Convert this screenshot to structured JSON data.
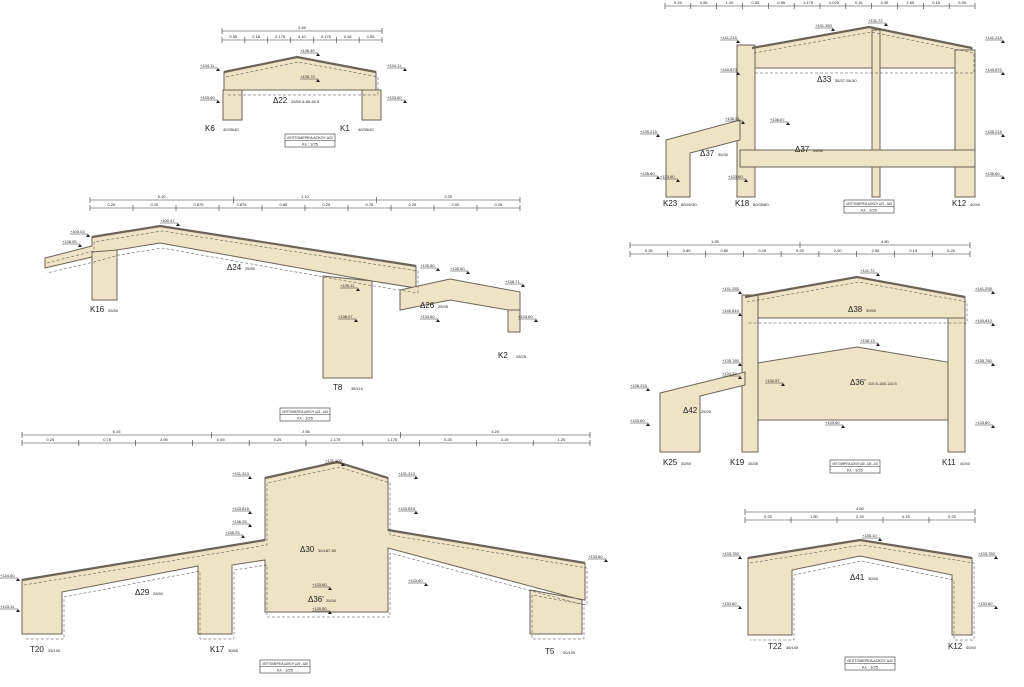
{
  "sheet": {
    "drawings": [
      {
        "id": "d1",
        "title": "ΛΕΠΤΟΜΕΡΕΙΑ ΔΟΚΟΥ Δ22",
        "scale": "Κλ : 1/25",
        "dims_total": [
          "3.45"
        ],
        "dims_parts": [
          "0.55",
          "0.18",
          "0.175",
          "3.10",
          "0.175",
          "0.18",
          "0.55"
        ],
        "columns": [
          {
            "name": "K6",
            "size": "40/35/40"
          },
          {
            "name": "K1",
            "size": "40/35/40"
          }
        ],
        "beams": [
          {
            "name": "Δ22",
            "size": "25/50.5-85-50.5"
          }
        ],
        "levels": [
          "+136.49",
          "+134.11",
          "+134.11",
          "+133.60",
          "+133.60",
          "+135.79"
        ]
      },
      {
        "id": "d2",
        "title": "ΛΕΠΤΟΜΕΡΕΙΑ ΔΟΚΟΥ Δ37 - Δ33",
        "scale": "Κλ : 1/25",
        "dims_parts": [
          "0.25",
          "0.55",
          "1.10",
          "0.35",
          "0.55",
          "1.175",
          "1.025",
          "0.15",
          "0.35",
          "1.65",
          "0.15",
          "0.35"
        ],
        "columns": [
          {
            "name": "K23",
            "size": "80/40/30"
          },
          {
            "name": "K18",
            "size": "80/35/80"
          },
          {
            "name": "K12",
            "size": "40/40"
          }
        ],
        "beams": [
          {
            "name": "Δ33",
            "size": "35/37-58-50"
          },
          {
            "name": "Δ37",
            "size": "35/30"
          },
          {
            "name": "Δ37",
            "size": "35/30"
          }
        ],
        "levels": [
          "+131.72",
          "+131.350",
          "+141.215",
          "+141.215",
          "+140.870",
          "+140.870",
          "+136.51",
          "+136.67",
          "+135.215",
          "+135.215",
          "+135.60",
          "+135.60",
          "+133.60",
          "+133.60"
        ]
      },
      {
        "id": "d3",
        "title": "ΛΕΠΤΟΜΕΡΕΙΑ ΔΟΚΟΥ Δ24 - Δ26",
        "scale": "Κλ : 1/25",
        "dims_total": [
          "5.10",
          "1.10",
          "3.20"
        ],
        "dims_parts": [
          "0.20",
          "0.20",
          "0.875",
          "3.875",
          "0.85",
          "0.25",
          "0.75",
          "0.25",
          "2.00",
          "0.25"
        ],
        "columns": [
          {
            "name": "K16",
            "size": "25/50"
          },
          {
            "name": "T8",
            "size": "35/110"
          },
          {
            "name": "K2",
            "size": "25/25"
          }
        ],
        "beams": [
          {
            "name": "Δ24",
            "size": "25/50"
          },
          {
            "name": "Δ26",
            "size": "25/35"
          }
        ],
        "levels": [
          "+100.47",
          "+100.03",
          "+138.95",
          "+139.11",
          "+135.50",
          "+135.60",
          "+138.07",
          "+134.60",
          "+138.71",
          "+134.60"
        ]
      },
      {
        "id": "d4",
        "title": "ΛΕΠΤΟΜΕΡΕΙΑ ΔΟΚΟΥ Δ38 - Δ36 - Δ42",
        "scale": "Κλ : 1/25",
        "dims_total": [
          "1.95",
          "4.80"
        ],
        "dims_parts": [
          "0.25",
          "0.80",
          "0.80",
          "0.25",
          "0.25",
          "2.00",
          "2.55",
          "0.15",
          "0.25"
        ],
        "columns": [
          {
            "name": "K25",
            "size": "30/50"
          },
          {
            "name": "K19",
            "size": "35/35"
          },
          {
            "name": "K11",
            "size": "40/40"
          }
        ],
        "beams": [
          {
            "name": "Δ38",
            "size": "30/50"
          },
          {
            "name": "Δ36'",
            "size": "110.5-158-110.5"
          },
          {
            "name": "Δ42",
            "size": "25/20"
          }
        ],
        "levels": [
          "+141.72",
          "+141.255",
          "+141.255",
          "+140.810",
          "+140.810",
          "+138.13",
          "+135.780",
          "+135.780",
          "+134.53",
          "+134.57",
          "+136.315",
          "+133.60",
          "+133.60",
          "+133.60"
        ]
      },
      {
        "id": "d5",
        "title": "ΛΕΠΤΟΜΕΡΕΙΑ ΔΟΚΟΥ Δ29 - Δ30",
        "scale": "Κλ : 1/25",
        "dims_total": [
          "6.15",
          "2.55",
          "4.20"
        ],
        "dims_parts": [
          "0.25",
          "0.75",
          "3.95",
          "0.45",
          "0.25",
          "1.175",
          "1.175",
          "0.25",
          "3.15",
          "1.20"
        ],
        "columns": [
          {
            "name": "T20",
            "size": "25/100"
          },
          {
            "name": "K17",
            "size": "30/65"
          },
          {
            "name": "T5",
            "size": "30/100"
          }
        ],
        "beams": [
          {
            "name": "Δ29",
            "size": "25/50"
          },
          {
            "name": "Δ30",
            "size": "30/187-50"
          },
          {
            "name": "Δ36'",
            "size": "25/34"
          }
        ],
        "levels": [
          "+131.203",
          "+131.313",
          "+131.313",
          "+133.815",
          "+133.815",
          "+136.25",
          "+135.25",
          "+134.50",
          "+133.11",
          "+133.60",
          "+133.60",
          "+135.50",
          "+133.60"
        ]
      },
      {
        "id": "d6",
        "title": "ΛΕΠΤΟΜΕΡΕΙΑ ΔΟΚΟΥ Δ41",
        "scale": "Κλ : 1/25",
        "dims_total": [
          "4.80"
        ],
        "dims_parts": [
          "0.25",
          "1.80",
          "2.25",
          "0.15",
          "0.25"
        ],
        "columns": [
          {
            "name": "T22",
            "size": "35/145"
          },
          {
            "name": "K12",
            "size": "40/40"
          }
        ],
        "beams": [
          {
            "name": "Δ41",
            "size": "30/50"
          }
        ],
        "levels": [
          "+135.10",
          "+133.783",
          "+133.783",
          "+133.60",
          "+133.60"
        ]
      }
    ],
    "colors": {
      "concrete": "#efe3c6",
      "outline": "#6b6358"
    }
  }
}
